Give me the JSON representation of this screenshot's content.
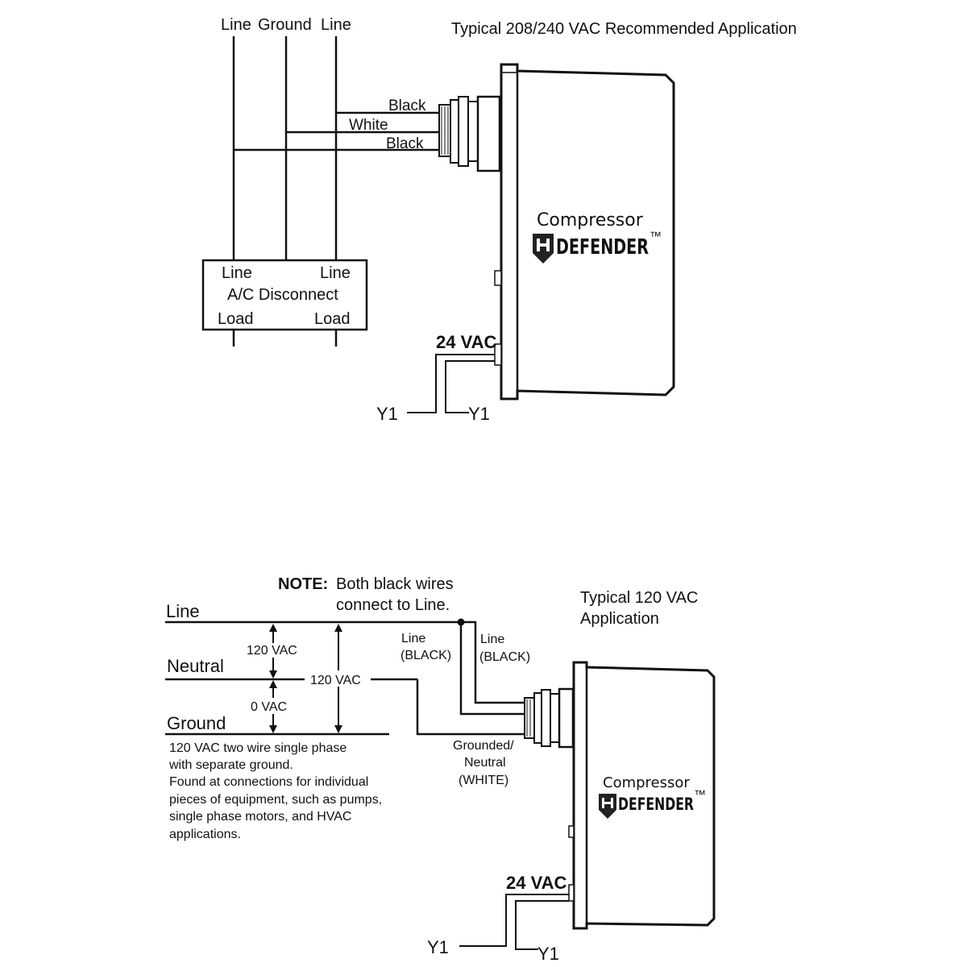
{
  "top": {
    "title": "Typical 208/240 VAC Recommended Application",
    "bus_labels": {
      "line_left": "Line",
      "ground": "Ground",
      "line_right": "Line"
    },
    "wires": {
      "black_top": "Black",
      "white": "White",
      "black_bottom": "Black"
    },
    "disconnect": {
      "line_left": "Line",
      "line_right": "Line",
      "name": "A/C Disconnect",
      "load_left": "Load",
      "load_right": "Load"
    },
    "voltage": "24 VAC",
    "y1_left": "Y1",
    "y1_right": "Y1",
    "device": {
      "brand_small": "Compressor",
      "brand_large": "DEFENDER",
      "tm": "™"
    }
  },
  "bottom": {
    "title_line1": "Typical 120 VAC",
    "title_line2": "Application",
    "note_label": "NOTE:",
    "note_text1": "Both black wires",
    "note_text2": "connect to Line.",
    "rails": {
      "line": "Line",
      "neutral": "Neutral",
      "ground": "Ground"
    },
    "measurements": {
      "line_neutral": "120 VAC",
      "line_ground": "120 VAC",
      "neutral_ground": "0 VAC"
    },
    "wire_labels": {
      "line_black_1a": "Line",
      "line_black_1b": "(BLACK)",
      "line_black_2a": "Line",
      "line_black_2b": "(BLACK)",
      "neutral_a": "Grounded/",
      "neutral_b": "Neutral",
      "neutral_c": "(WHITE)"
    },
    "description": [
      "120 VAC two wire single phase",
      "with separate ground.",
      "Found at connections for individual",
      "pieces of equipment, such as pumps,",
      "single phase motors, and HVAC",
      "applications."
    ],
    "voltage": "24 VAC",
    "y1_left": "Y1",
    "y1_right": "Y1",
    "device": {
      "brand_small": "Compressor",
      "brand_large": "DEFENDER",
      "tm": "™"
    }
  }
}
